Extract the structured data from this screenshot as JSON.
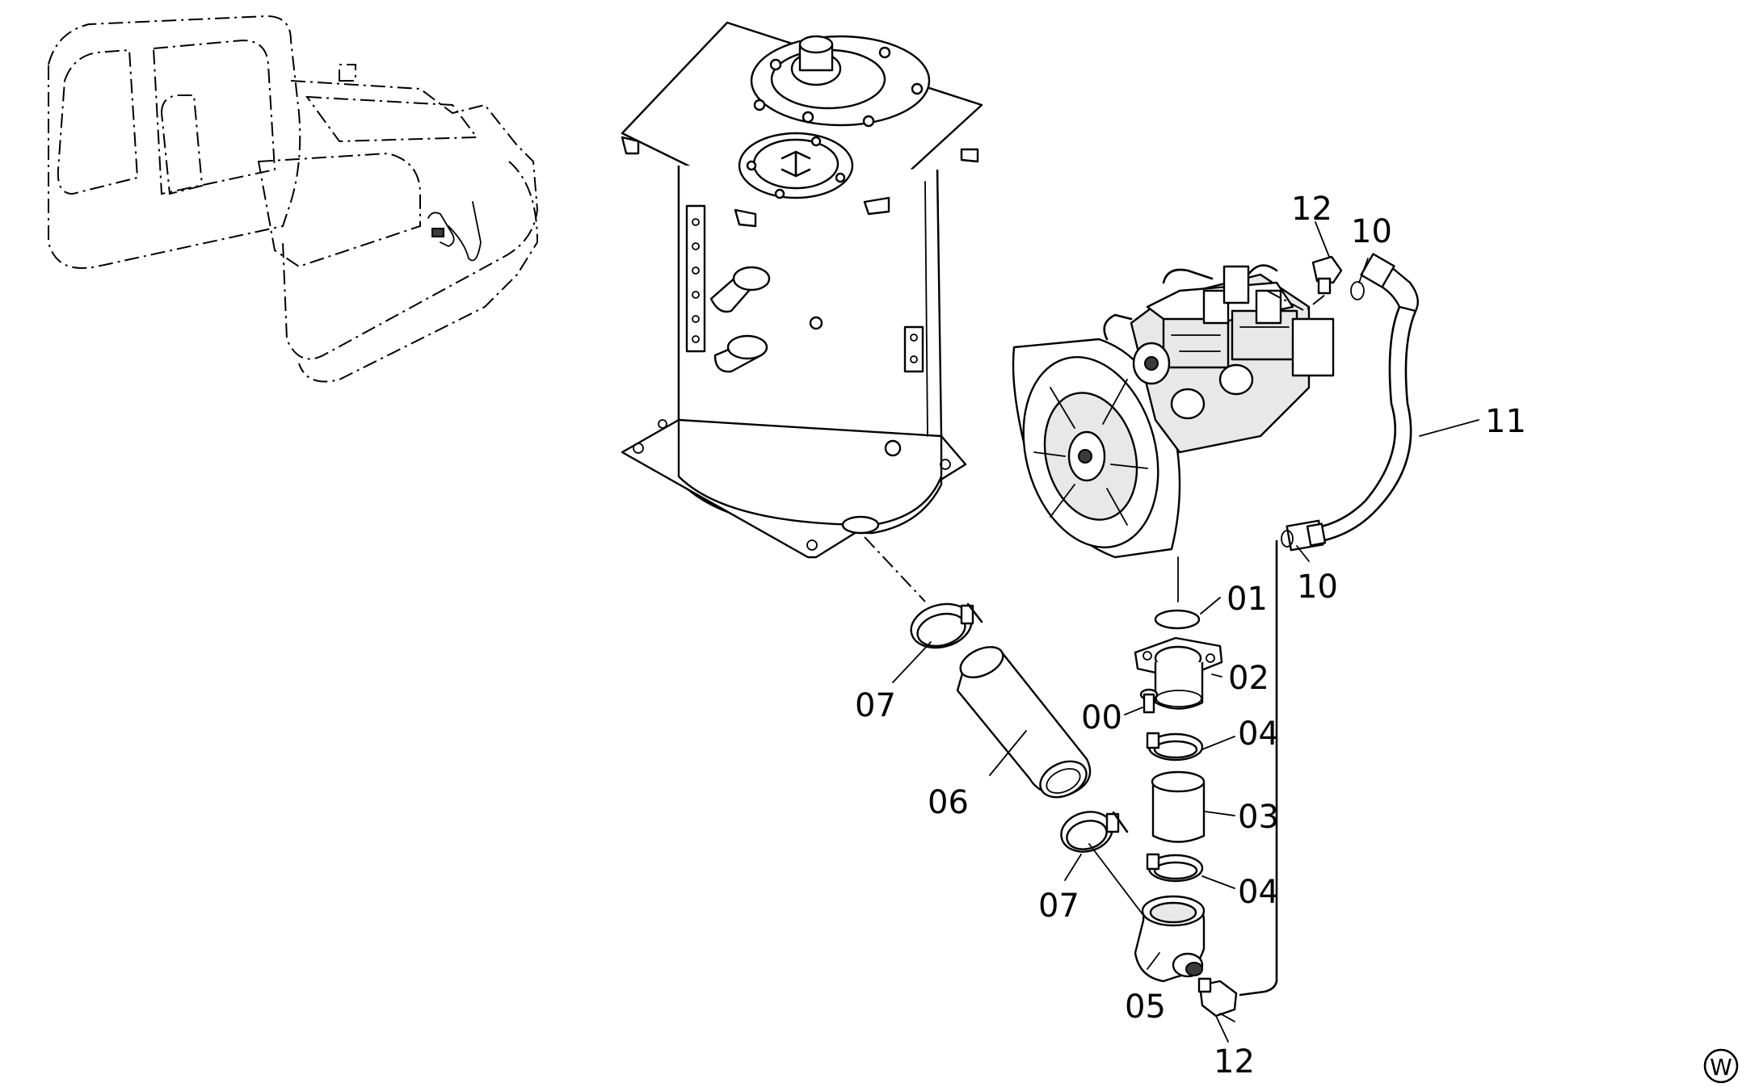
{
  "callouts": {
    "c00": "00",
    "c01": "01",
    "c02": "02",
    "c03": "03",
    "c04a": "04",
    "c04b": "04",
    "c05": "05",
    "c06": "06",
    "c07a": "07",
    "c07b": "07",
    "c10a": "10",
    "c10b": "10",
    "c11": "11",
    "c12a": "12",
    "c12b": "12"
  },
  "corner_mark": "W"
}
